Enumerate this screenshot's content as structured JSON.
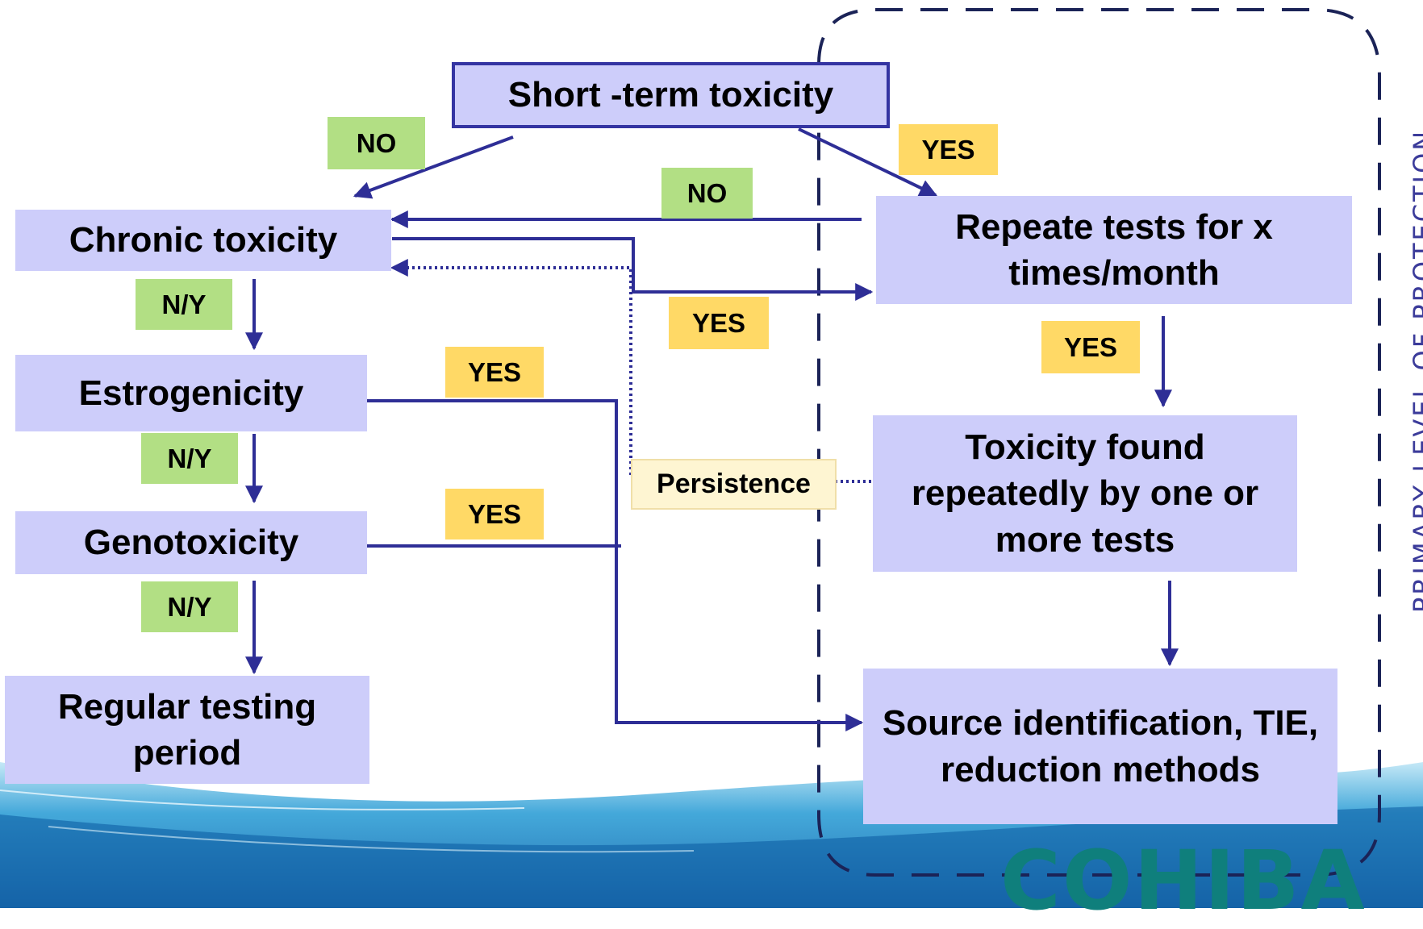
{
  "nodes": {
    "short_term": "Short -term toxicity",
    "chronic": "Chronic toxicity",
    "estrogenicity": "Estrogenicity",
    "genotoxicity": "Genotoxicity",
    "regular_testing": "Regular testing period",
    "repeat_tests": "Repeate tests for x times/month",
    "toxicity_found": "Toxicity found repeatedly by one or more tests",
    "source_id": "Source identification, TIE, reduction methods"
  },
  "edge_labels": {
    "short_to_chronic": "NO",
    "short_to_repeat": "YES",
    "repeat_to_chronic": "NO",
    "chronic_to_repeat": "YES",
    "chronic_to_estrogenicity": "N/Y",
    "estrogenicity_to_genotoxicity": "N/Y",
    "genotoxicity_to_regular": "N/Y",
    "estrogenicity_to_source": "YES",
    "genotoxicity_to_source": "YES",
    "repeat_to_toxicity_found": "YES",
    "persistence": "Persistence"
  },
  "side_label": "PRIMARY LEVEL OF PROTECTION",
  "logo": "COHIBA",
  "colors": {
    "box_fill": "#cdcdfa",
    "box_border": "#3434a2",
    "arrow": "#2e2e96",
    "no_tag": "#b2df84",
    "yes_tag": "#ffd966",
    "persistence_tag": "#fef5d2",
    "dashed_region": "#1b2357",
    "logo": "#0f7f7c"
  }
}
